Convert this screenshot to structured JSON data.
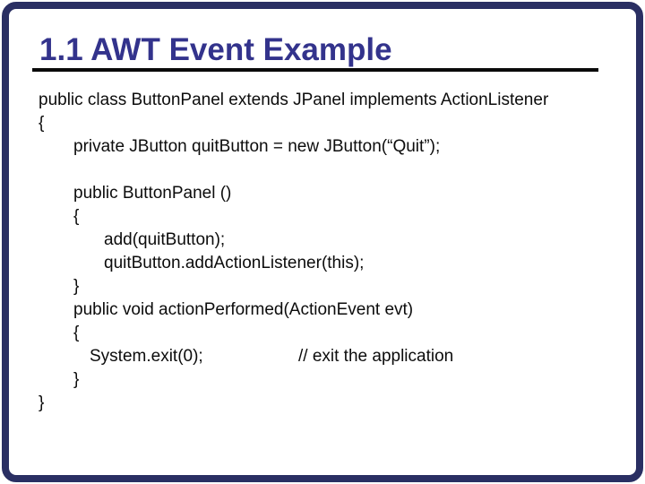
{
  "slide": {
    "title": "1.1 AWT Event Example",
    "colors": {
      "title": "#33338c",
      "underline": "#0a0a0a",
      "border_frame": "#2a2f63",
      "code_text": "#0c0c0c",
      "background": "#ffffff"
    },
    "code_lines": [
      {
        "text": "public class ButtonPanel extends JPanel implements ActionListener"
      },
      {
        "text": "{"
      },
      {
        "text": "private JButton quitButton = new JButton(“Quit”);"
      },
      {
        "text": ""
      },
      {
        "text": "public ButtonPanel ()"
      },
      {
        "text": "{"
      },
      {
        "text": "add(quitButton);"
      },
      {
        "text": "quitButton.addActionListener(this);"
      },
      {
        "text": "}"
      },
      {
        "text": "public void actionPerformed(ActionEvent evt)"
      },
      {
        "text": "{"
      },
      {
        "text": "System.exit(0);",
        "comment": "// exit the application"
      },
      {
        "text": "}"
      },
      {
        "text": "}"
      }
    ]
  }
}
